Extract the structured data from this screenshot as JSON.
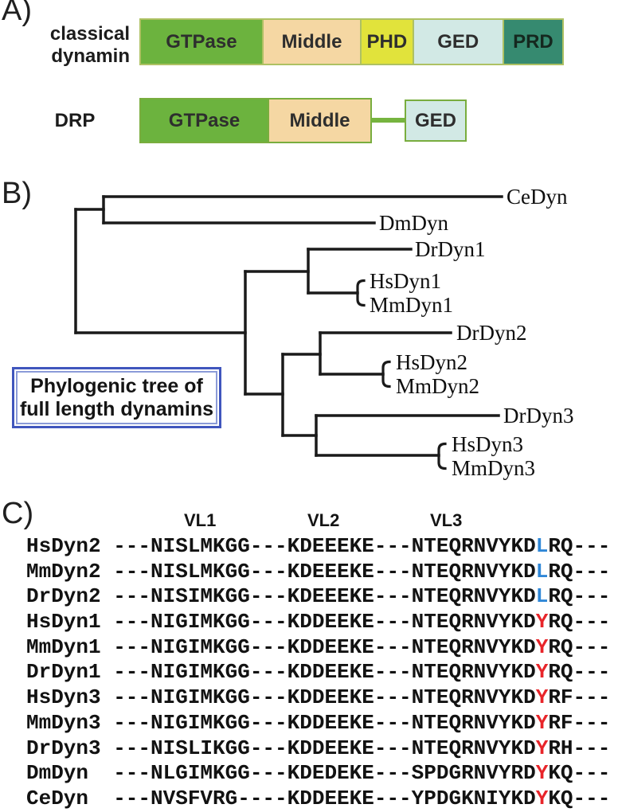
{
  "panel_a": {
    "tag": "A)",
    "classical_label_line1": "classical",
    "classical_label_line2": "dynamin",
    "classical_domains": [
      {
        "name": "GTPase",
        "color": "#6cb33e"
      },
      {
        "name": "Middle",
        "color": "#f5d7a3"
      },
      {
        "name": "PHD",
        "color": "#e1e33b"
      },
      {
        "name": "GED",
        "color": "#d2e9e5"
      },
      {
        "name": "PRD",
        "color": "#368a70"
      }
    ],
    "drp_label": "DRP",
    "drp_domains": [
      {
        "name": "GTPase",
        "color": "#6cb33e"
      },
      {
        "name": "Middle",
        "color": "#f5d7a3"
      },
      {
        "name": "GED",
        "color": "#d2e9e5"
      }
    ]
  },
  "panel_b": {
    "tag": "B)",
    "caption_line1": "Phylogenic tree of",
    "caption_line2": "full length dynamins",
    "caption_border_color": "#4056bd",
    "tree_line_color": "#1a1a1a",
    "taxa": [
      {
        "name": "CeDyn"
      },
      {
        "name": "DmDyn"
      },
      {
        "name": "DrDyn1"
      },
      {
        "name": "HsDyn1"
      },
      {
        "name": "MmDyn1"
      },
      {
        "name": "DrDyn2"
      },
      {
        "name": "HsDyn2"
      },
      {
        "name": "MmDyn2"
      },
      {
        "name": "DrDyn3"
      },
      {
        "name": "HsDyn3"
      },
      {
        "name": "MmDyn3"
      }
    ]
  },
  "panel_c": {
    "tag": "C)",
    "headers": [
      "VL1",
      "VL2",
      "VL3"
    ],
    "highlight_colors": {
      "blue": "#2f87d7",
      "red": "#e8252a"
    },
    "rows": [
      {
        "label": "HsDyn2",
        "pre": "---NISLMKGG---KDEEEKE---NTEQRNVYKD",
        "hl": "L",
        "post": "RQ---",
        "hl_color": "blue"
      },
      {
        "label": "MmDyn2",
        "pre": "---NISLMKGG---KDEEEKE---NTEQRNVYKD",
        "hl": "L",
        "post": "RQ---",
        "hl_color": "blue"
      },
      {
        "label": "DrDyn2",
        "pre": "---NISIMKGG---KDEEEKE---NTEQRNVYKD",
        "hl": "L",
        "post": "RQ---",
        "hl_color": "blue"
      },
      {
        "label": "HsDyn1",
        "pre": "---NIGIMKGG---KDDEEKE---NTEQRNVYKD",
        "hl": "Y",
        "post": "RQ---",
        "hl_color": "red"
      },
      {
        "label": "MmDyn1",
        "pre": "---NIGIMKGG---KDDEEKE---NTEQRNVYKD",
        "hl": "Y",
        "post": "RQ---",
        "hl_color": "red"
      },
      {
        "label": "DrDyn1",
        "pre": "---NIGIMKGG---KDDEEKE---NTEQRNVYKD",
        "hl": "Y",
        "post": "RQ---",
        "hl_color": "red"
      },
      {
        "label": "HsDyn3",
        "pre": "---NIGIMKGG---KDDEEKE---NTEQRNVYKD",
        "hl": "Y",
        "post": "RF---",
        "hl_color": "red"
      },
      {
        "label": "MmDyn3",
        "pre": "---NIGIMKGG---KDDEEKE---NTEQRNVYKD",
        "hl": "Y",
        "post": "RF---",
        "hl_color": "red"
      },
      {
        "label": "DrDyn3",
        "pre": "---NISLIKGG---KDDEEKE---NTEQRNVYKD",
        "hl": "Y",
        "post": "RH---",
        "hl_color": "red"
      },
      {
        "label": "DmDyn",
        "pre": "---NLGIMKGG---KDEDEKE---SPDGRNVYRD",
        "hl": "Y",
        "post": "KQ---",
        "hl_color": "red"
      },
      {
        "label": "CeDyn",
        "pre": "---NVSFVRG----KDDEEKE---YPDGKNIYKD",
        "hl": "Y",
        "post": "KQ---",
        "hl_color": "red"
      }
    ]
  }
}
